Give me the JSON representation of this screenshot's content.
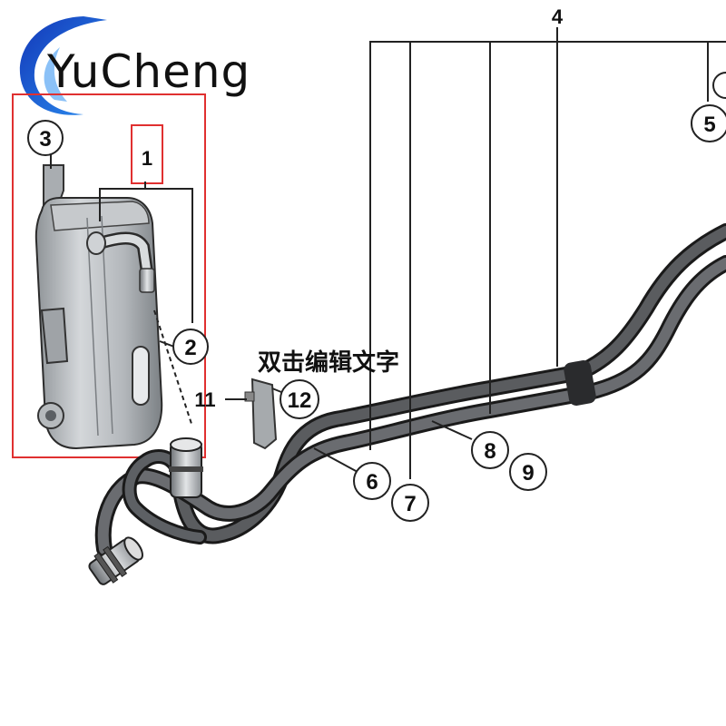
{
  "logo": {
    "text": "YuCheng",
    "accent_color": "#1a4fd6"
  },
  "overlay_text": "双击编辑文字",
  "highlight_color": "#e03030",
  "callouts": {
    "c1": "1",
    "c2": "2",
    "c3": "3",
    "c4": "4",
    "c5": "5",
    "c6": "6",
    "c7": "7",
    "c8": "8",
    "c9": "9",
    "c11": "11",
    "c12": "12"
  },
  "parts": {
    "oil_cooler": "oil-cooler",
    "mounting_bracket": "mounting-bracket",
    "hose_bracket": "hose-bracket",
    "cooler_lines": "oil-cooler-lines",
    "hose_connector": "hose-connector"
  }
}
